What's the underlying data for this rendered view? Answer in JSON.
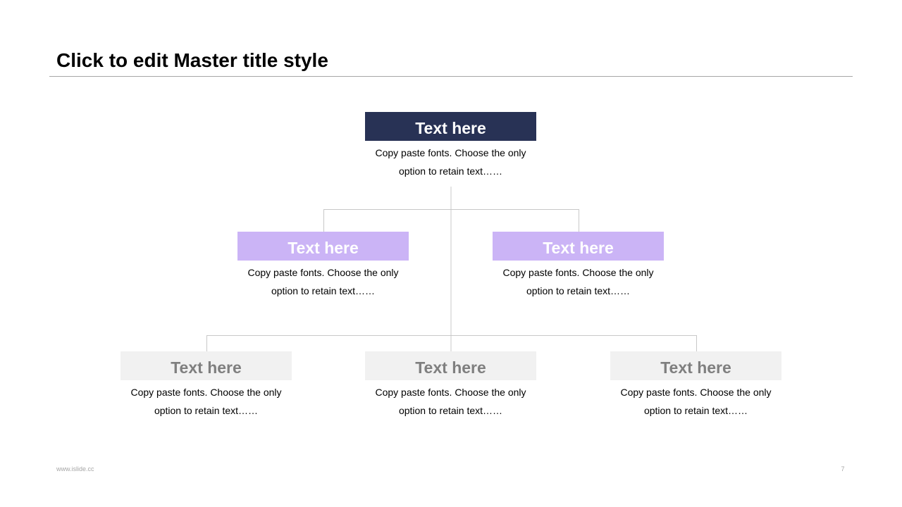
{
  "title": "Click to edit Master title style",
  "colors": {
    "level1_fill": "#283255",
    "level1_text": "#ffffff",
    "level2_fill": "#cbb4f6",
    "level2_text": "#ffffff",
    "level3_fill": "#f1f1f1",
    "level3_text": "#7f7f7f",
    "connector": "#c8c8c8"
  },
  "nodes": {
    "top": {
      "label": "Text here",
      "desc": "Copy paste fonts. Choose the only option to retain text……"
    },
    "mid_left": {
      "label": "Text here",
      "desc": "Copy paste fonts. Choose the only option to retain text……"
    },
    "mid_right": {
      "label": "Text here",
      "desc": "Copy paste fonts. Choose the only option to retain text……"
    },
    "bottom_left": {
      "label": "Text here",
      "desc": "Copy paste fonts. Choose the only option to retain text……"
    },
    "bottom_center": {
      "label": "Text here",
      "desc": "Copy paste fonts. Choose the only option to retain text……"
    },
    "bottom_right": {
      "label": "Text here",
      "desc": "Copy paste fonts. Choose the only option to retain text……"
    }
  },
  "footer": {
    "website": "www.islide.cc",
    "page_number": "7"
  }
}
